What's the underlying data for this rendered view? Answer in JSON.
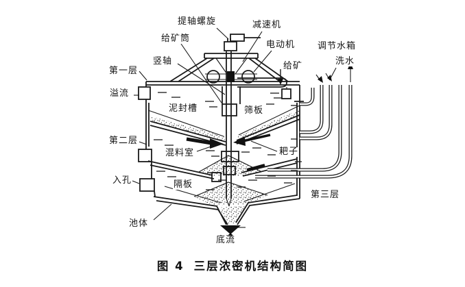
{
  "figure": {
    "caption_prefix": "图 4",
    "caption_title": "三层浓密机结构简图"
  },
  "colors": {
    "line": "#1a1a1a",
    "background": "#ffffff"
  },
  "labels": {
    "lifting_screw": "提轴螺旋",
    "reducer": "减速机",
    "feed_cylinder": "给矿筒",
    "motor": "电动机",
    "vertical_shaft": "竖轴",
    "first_layer": "第一层",
    "feed": "给矿",
    "regulating_water_tank": "调节水箱",
    "wash_water": "洗水",
    "overflow": "溢流",
    "mud_seal_trough": "泥封槽",
    "sieve_plate": "筛板",
    "second_layer": "第二层",
    "mixing_chamber": "混料室",
    "rake": "耙子",
    "manhole": "入孔",
    "partition_plate": "隔板",
    "third_layer": "第三层",
    "tank_body": "池体",
    "underflow": "底流"
  }
}
